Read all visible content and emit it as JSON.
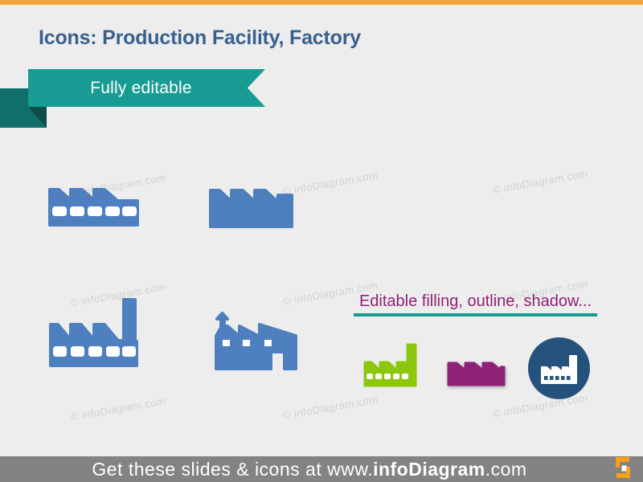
{
  "slide": {
    "background_color": "#EDEDED",
    "top_bar_color": "#F2A338",
    "title": {
      "text": "Icons: Production Facility, Factory",
      "color": "#38618F"
    },
    "ribbon": {
      "label": "Fully editable",
      "fill_color": "#189B93",
      "text_color": "#FFFFFF",
      "accent_square_color": "#0F6F6B",
      "fold_shadow_color": "#0A4D49"
    },
    "icon_gallery": {
      "fill_color": "#4E7FBE",
      "window_color": "#FFFFFF",
      "items": [
        {
          "name": "factory-sawtooth-windows"
        },
        {
          "name": "factory-sawtooth-solid"
        },
        {
          "name": "factory-chimney-windows"
        },
        {
          "name": "warehouse-with-vent"
        }
      ]
    },
    "editable_demo": {
      "heading": "Editable filling, outline, shadow...",
      "heading_color": "#8E2277",
      "underline_color": "#189B93",
      "variants": [
        {
          "name": "factory-filled-green",
          "fill_color": "#8DC70D"
        },
        {
          "name": "factory-filled-purple-shadow",
          "fill_color": "#8E2277"
        },
        {
          "name": "factory-white-on-navy-circle",
          "circle_color": "#24527D",
          "icon_color": "#FFFFFF"
        }
      ]
    },
    "watermark": {
      "text": "© infoDiagram.com",
      "color": "#D2D2D2"
    },
    "footer": {
      "bar_color": "#838383",
      "text_color": "#FFFFFF",
      "prefix": "Get these slides & icons at www.",
      "brand": "infoDiagram",
      "suffix": ".com",
      "logo_color": "#F6A01B"
    }
  }
}
